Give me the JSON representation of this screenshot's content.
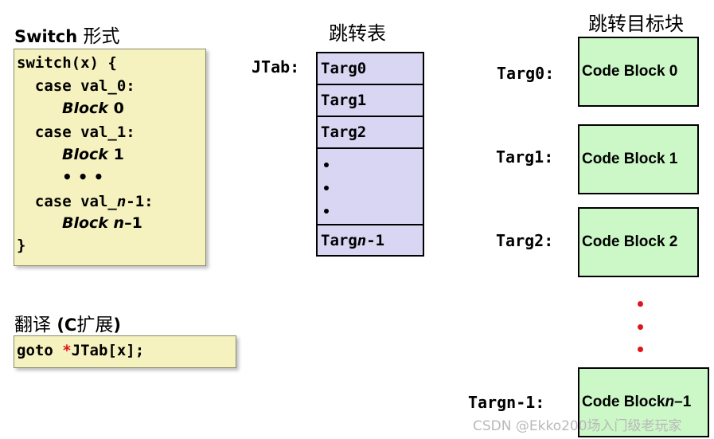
{
  "switch_form": {
    "heading_bold": "Switch",
    "heading_rest": " 形式",
    "lines": {
      "l1": "switch(x) {",
      "l2": "  case val_0:",
      "l3_italic": "Block",
      "l3_rest": " 0",
      "l4": "  case val_1:",
      "l5_italic": "Block",
      "l5_rest": " 1",
      "l6": "• • •",
      "l7_a": "  case val_",
      "l7_n": "n",
      "l7_b": "-1:",
      "l8_italic": "Block n",
      "l8_rest": "–1",
      "l9": "}"
    }
  },
  "translation": {
    "heading_pre": "翻译 ",
    "heading_bold": "(C",
    "heading_mid": "扩展",
    "heading_end": ")",
    "code_pre": "goto ",
    "code_star": "*",
    "code_post": "JTab[x];"
  },
  "jump_table": {
    "title": "跳转表",
    "label": "JTab:",
    "cells": [
      "Targ0",
      "Targ1",
      "Targ2"
    ],
    "last_pre": "Targ",
    "last_n": "n",
    "last_post": "-1"
  },
  "targets": {
    "title": "跳转目标块",
    "labels": [
      "Targ0:",
      "Targ1:",
      "Targ2:",
      "Targn-1:"
    ],
    "blocks": [
      "Code Block 0",
      "Code Block 1",
      "Code Block 2"
    ],
    "last_block_pre": "Code Block ",
    "last_block_n": "n",
    "last_block_post": "–1"
  },
  "watermark": "CSDN @Ekko200场入门级老玩家",
  "colors": {
    "yellow_fill": "#f6f2bf",
    "table_fill": "#d8d6f3",
    "block_fill": "#ccf8c8",
    "red_accent": "#e0141a"
  }
}
